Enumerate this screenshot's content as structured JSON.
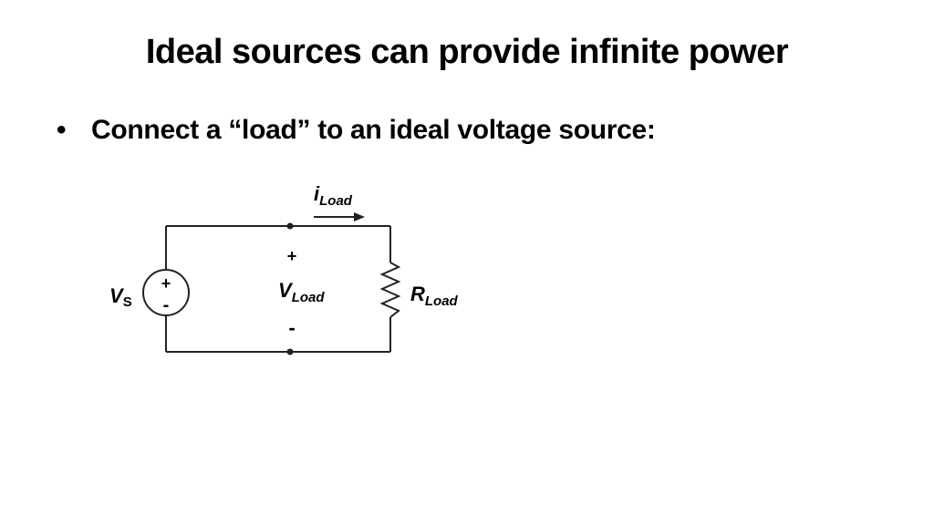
{
  "slide": {
    "title": "Ideal sources can provide infinite power",
    "bullet_marker": "•",
    "bullet_text": "Connect a “load” to an ideal voltage source:"
  },
  "circuit": {
    "source_label": {
      "main": "V",
      "sub": "S"
    },
    "source_plus": "+",
    "source_minus": "-",
    "current_label": {
      "main": "i",
      "sub": "Load"
    },
    "voltage_label": {
      "main": "V",
      "sub": "Load"
    },
    "voltage_plus": "+",
    "voltage_minus": "-",
    "resistor_label": {
      "main": "R",
      "sub": "Load"
    }
  }
}
